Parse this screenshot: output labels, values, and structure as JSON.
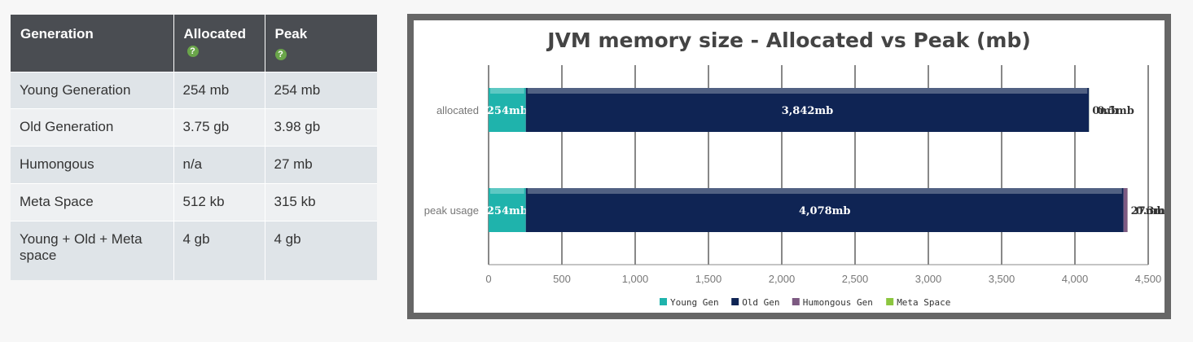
{
  "table": {
    "headers": [
      "Generation",
      "Allocated",
      "Peak"
    ],
    "rows": [
      [
        "Young Generation",
        "254 mb",
        "254 mb"
      ],
      [
        "Old Generation",
        "3.75 gb",
        "3.98 gb"
      ],
      [
        "Humongous",
        "n/a",
        "27 mb"
      ],
      [
        "Meta Space",
        "512 kb",
        "315 kb"
      ],
      [
        "Young + Old + Meta space",
        "4 gb",
        "4 gb"
      ]
    ]
  },
  "chart_data": {
    "type": "bar",
    "orientation": "horizontal",
    "stacked": true,
    "title": "JVM memory size - Allocated vs Peak (mb)",
    "categories": [
      "allocated",
      "peak usage"
    ],
    "series": [
      {
        "name": "Young Gen",
        "values": [
          254,
          254
        ],
        "color": "#1fb3ac",
        "labels": [
          "254mb",
          "254mb"
        ]
      },
      {
        "name": "Old Gen",
        "values": [
          3842,
          4078
        ],
        "color": "#0f2454",
        "labels": [
          "3,842mb",
          "4,078mb"
        ]
      },
      {
        "name": "Humongous Gen",
        "values": [
          0,
          27
        ],
        "color": "#7d5a82",
        "labels": [
          "0mb",
          "27mb"
        ]
      },
      {
        "name": "Meta Space",
        "values": [
          0.5,
          0.3
        ],
        "color": "#8cc63f",
        "labels": [
          "0.5mb",
          "0.3mb"
        ]
      }
    ],
    "xlim": [
      0,
      4500
    ],
    "xticks": [
      0,
      500,
      1000,
      1500,
      2000,
      2500,
      3000,
      3500,
      4000,
      4500
    ],
    "xtick_labels": [
      "0",
      "500",
      "1,000",
      "1,500",
      "2,000",
      "2,500",
      "3,000",
      "3,500",
      "4,000",
      "4,500"
    ],
    "grid": true,
    "legend_position": "bottom"
  }
}
